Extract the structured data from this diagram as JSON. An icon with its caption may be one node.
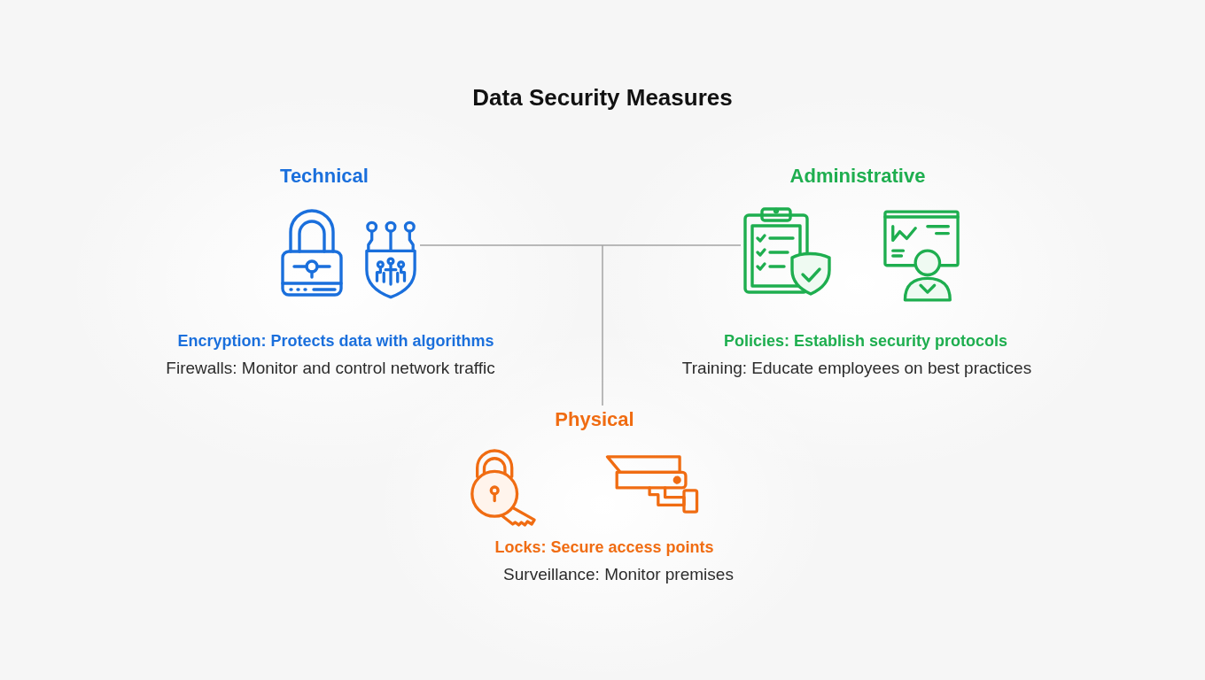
{
  "diagram": {
    "title": "Data Security Measures",
    "nodes": [
      {
        "text": [
          "Technical",
          "Encryption: Protects data with algorithms",
          "Firewalls: Monitor and control network traffic"
        ]
      },
      {
        "text": [
          "Administrative",
          "Policies: Establish security protocols",
          "Training: Educate employees on best practices"
        ]
      },
      {
        "text": [
          "Physical",
          "Locks: Secure access points",
          "Surveillance: Monitor premises"
        ]
      }
    ],
    "edges": [
      {
        "from": null,
        "to": 0,
        "arrow": "none"
      },
      {
        "from": null,
        "to": 1,
        "arrow": "none"
      },
      {
        "from": null,
        "to": 2,
        "arrow": "none"
      }
    ]
  }
}
